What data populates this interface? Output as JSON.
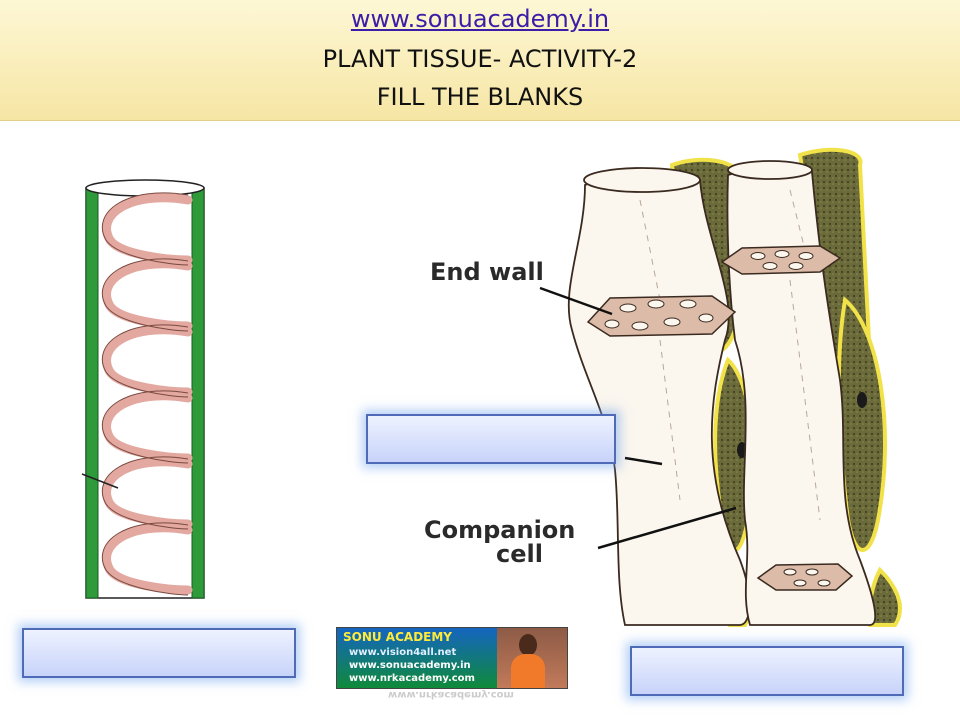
{
  "header": {
    "url": "www.sonuacademy.in",
    "title": "PLANT TISSUE- ACTIVITY-2",
    "subtitle": "FILL THE BLANKS"
  },
  "diagram": {
    "labels": {
      "end_wall": "End wall",
      "companion_line1": "Companion",
      "companion_line2": "cell"
    }
  },
  "blanks": {
    "left": "",
    "middle": "",
    "right": ""
  },
  "logo": {
    "title": "SONU ACADEMY",
    "line1": "www.vision4all.net",
    "line2": "www.sonuacademy.in",
    "line3": "www.nrkacademy.com"
  },
  "colors": {
    "header_bg": "#f6e6a4",
    "url": "#3a1ea8",
    "xylem_wall": "#2e9a3a",
    "xylem_spiral": "#e3a8a0",
    "blank_border": "#4f6bb8",
    "companion_cell": "#6b6a3a",
    "companion_outline": "#f2e24a"
  }
}
